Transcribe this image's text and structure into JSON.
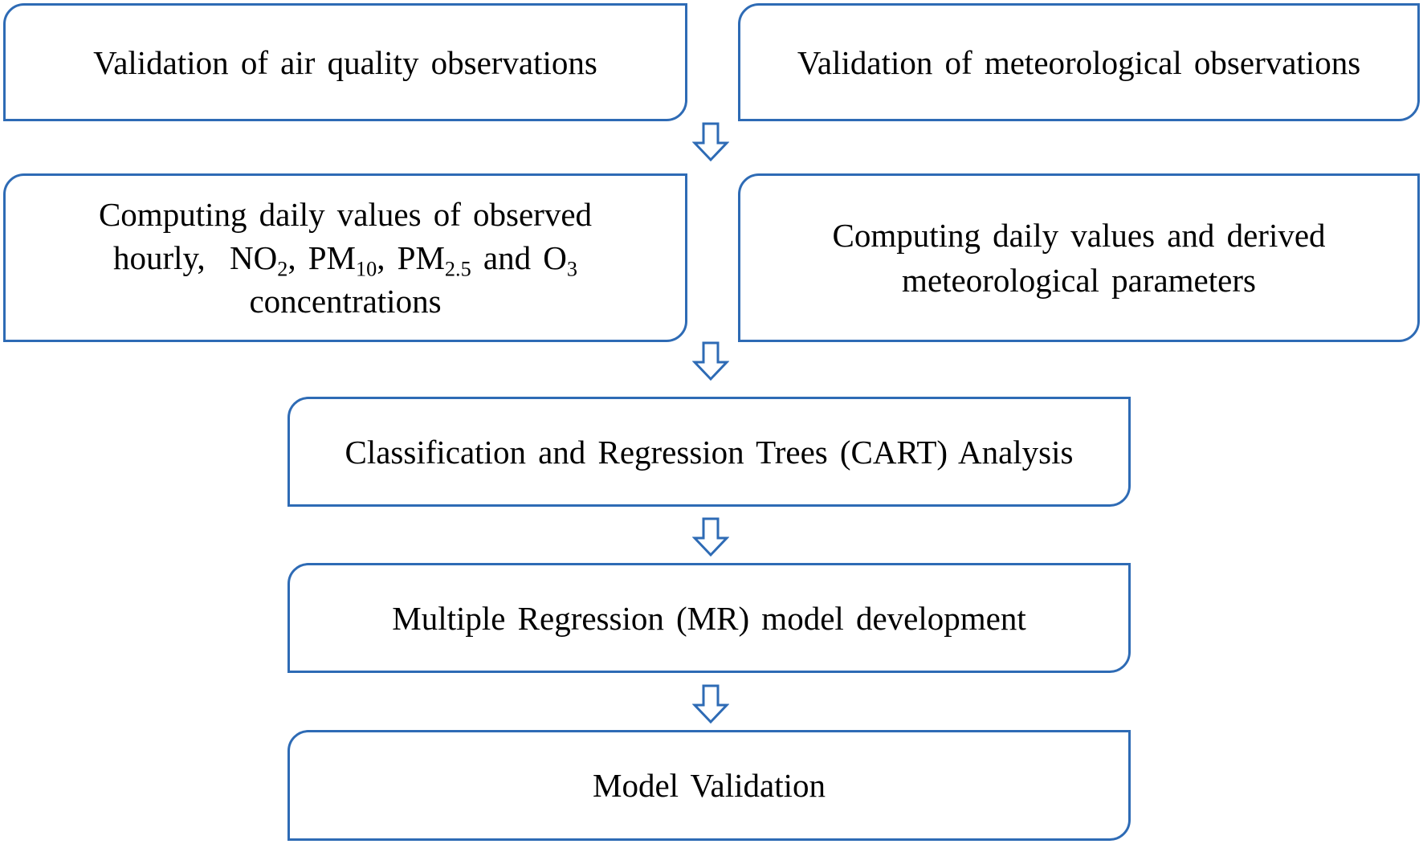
{
  "diagram": {
    "colors": {
      "border": "#2E6BB5",
      "arrow": "#2E6BB5",
      "text": "#000000",
      "background": "#ffffff"
    },
    "boxes": {
      "aq_validation": "Validation of air quality observations",
      "met_validation": "Validation of meteorological observations",
      "aq_daily": {
        "line1": "Computing daily values of observed",
        "line2_prefix": "hourly,",
        "no2_base": "NO",
        "no2_sub": "2",
        "pm10_base": "PM",
        "pm10_sub": "10",
        "pm25_base": "PM",
        "pm25_sub": "2.5",
        "and": "and",
        "o3_base": "O",
        "o3_sub": "3",
        "line3": "concentrations"
      },
      "met_daily": {
        "line1": "Computing daily values and derived",
        "line2": "meteorological parameters"
      },
      "cart": "Classification and Regression Trees (CART) Analysis",
      "mr": "Multiple Regression (MR) model development",
      "model_validation": "Model Validation"
    },
    "arrows": [
      "arrow-down-icon",
      "arrow-down-icon",
      "arrow-down-icon",
      "arrow-down-icon"
    ]
  }
}
